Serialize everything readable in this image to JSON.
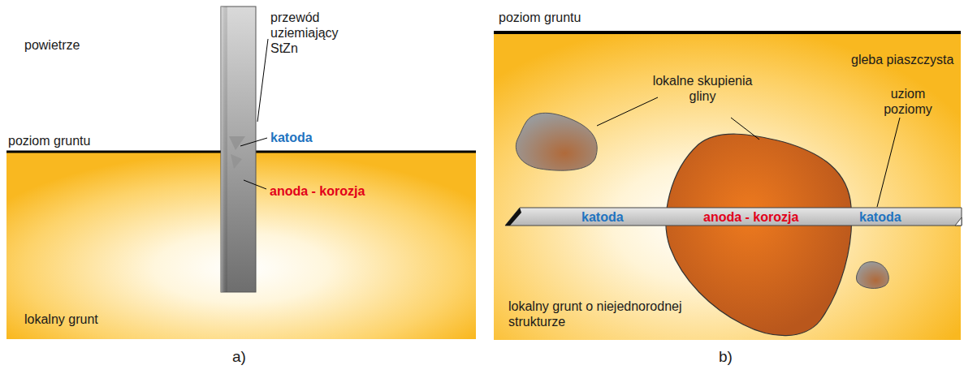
{
  "diagram": {
    "labels": [
      "powietrze",
      "przewód uziemiający StZn",
      "katoda",
      "poziom gruntu",
      "anoda - korozja",
      "lokalny grunt",
      "a)",
      "poziom gruntu",
      "gleba piaszczysta",
      "lokalne skupienia gliny",
      "uziom poziomy",
      "katoda",
      "anoda - korozja",
      "katoda",
      "lokalny grunt o niejednorodnej strukturze",
      "b)"
    ]
  }
}
